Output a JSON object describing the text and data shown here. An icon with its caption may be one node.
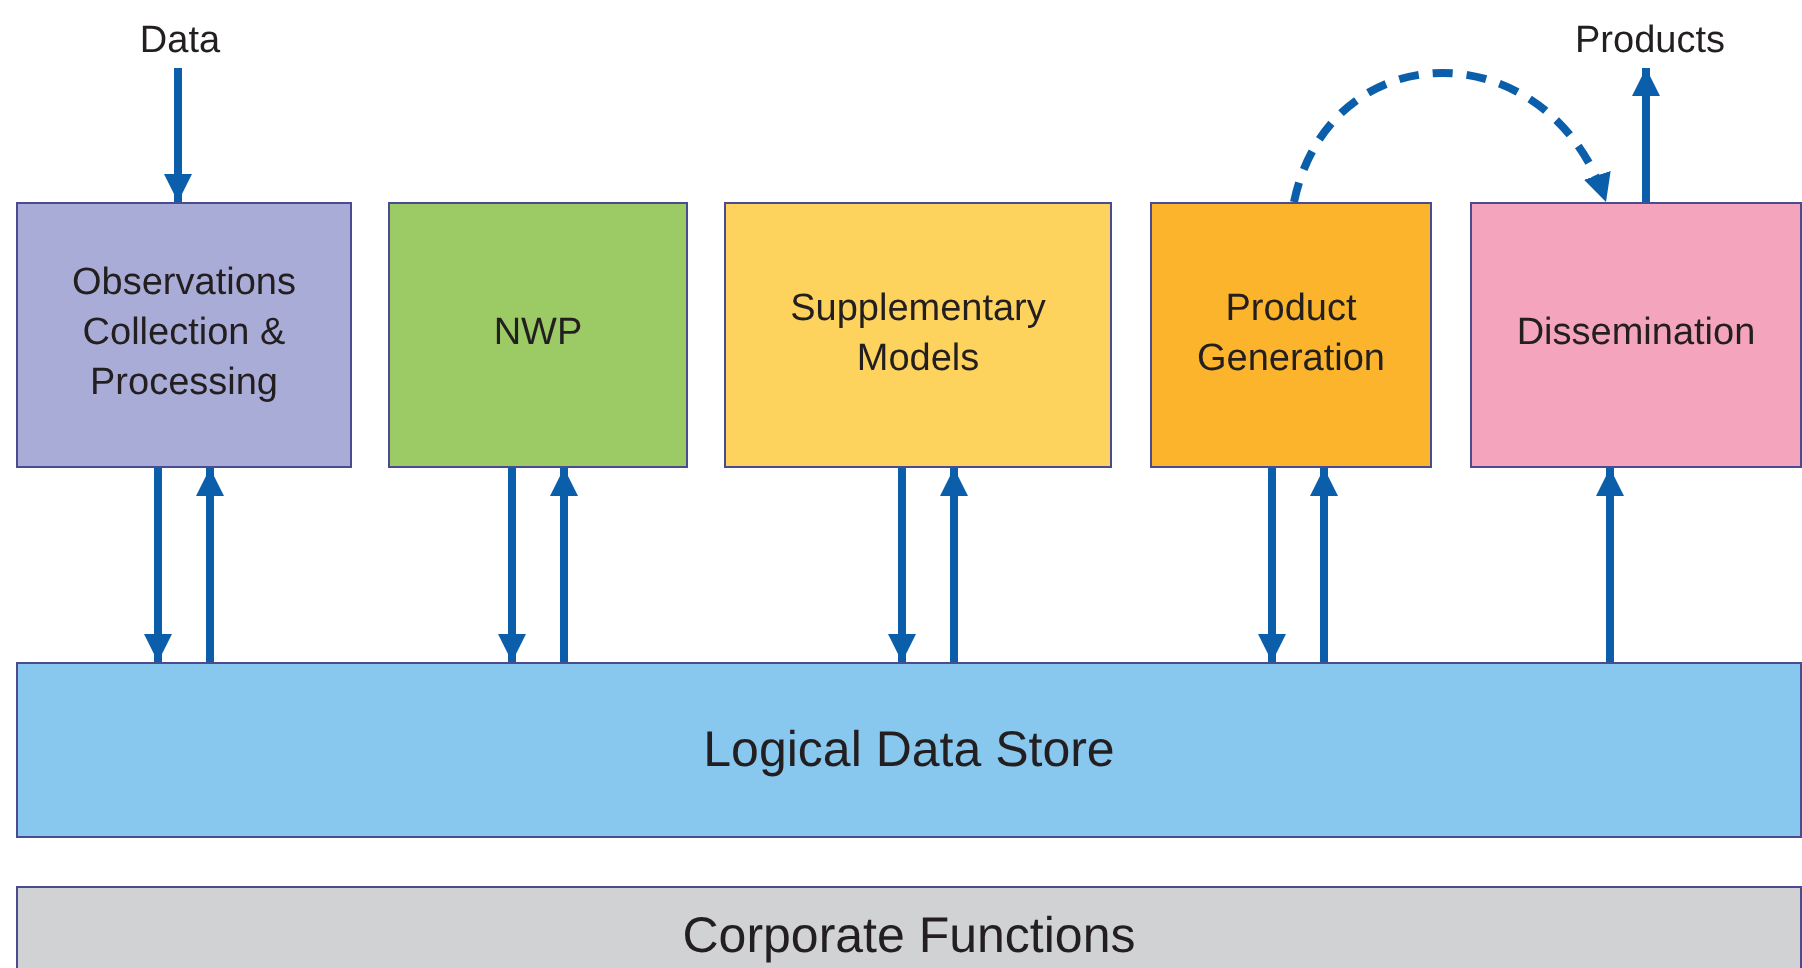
{
  "diagram": {
    "nodes": [
      {
        "text": [
          "Data"
        ]
      },
      {
        "text": [
          "Observations Collection & Processing"
        ]
      },
      {
        "text": [
          "NWP"
        ]
      },
      {
        "text": [
          "Supplementary Models"
        ]
      },
      {
        "text": [
          "Product Generation"
        ]
      },
      {
        "text": [
          "Dissemination"
        ]
      },
      {
        "text": [
          "Products"
        ]
      },
      {
        "text": [
          "Logical Data Store"
        ]
      },
      {
        "text": [
          "Corporate Functions"
        ]
      }
    ],
    "edges": [
      {
        "from": 0,
        "to": 1,
        "arrow": "to"
      },
      {
        "from": 1,
        "to": 7,
        "arrow": "to"
      },
      {
        "from": 7,
        "to": 1,
        "arrow": "to"
      },
      {
        "from": 2,
        "to": 7,
        "arrow": "to"
      },
      {
        "from": 7,
        "to": 2,
        "arrow": "to"
      },
      {
        "from": 3,
        "to": 7,
        "arrow": "to"
      },
      {
        "from": 7,
        "to": 3,
        "arrow": "to"
      },
      {
        "from": 4,
        "to": 7,
        "arrow": "to"
      },
      {
        "from": 7,
        "to": 4,
        "arrow": "to"
      },
      {
        "from": 7,
        "to": 5,
        "arrow": "to"
      },
      {
        "from": 4,
        "to": 5,
        "arrow": "to",
        "style": "dashed"
      },
      {
        "from": 5,
        "to": 6,
        "arrow": "to"
      }
    ]
  }
}
